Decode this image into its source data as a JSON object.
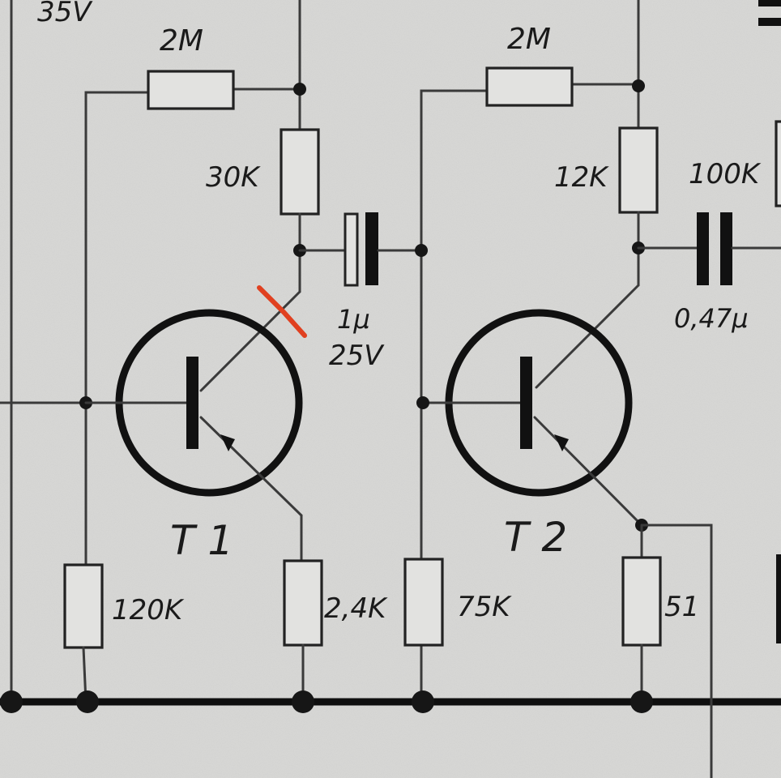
{
  "supply": {
    "voltage": "35V"
  },
  "stage1": {
    "feedback_resistor": "2M",
    "collector_resistor": "30K",
    "base_resistor": "120K",
    "emitter_resistor": "2,4K",
    "transistor": "T 1"
  },
  "coupling": {
    "cap_value": "1µ",
    "cap_voltage": "25V"
  },
  "stage2": {
    "feedback_resistor": "2M",
    "collector_resistor": "12K",
    "base_resistor": "75K",
    "emitter_resistor": "51",
    "transistor": "T 2",
    "output_cap": "0,47µ",
    "right_resistor": "100K"
  },
  "colors": {
    "annotation": "#e04020",
    "ink": "#111111",
    "paper": "#d9d9d7"
  }
}
